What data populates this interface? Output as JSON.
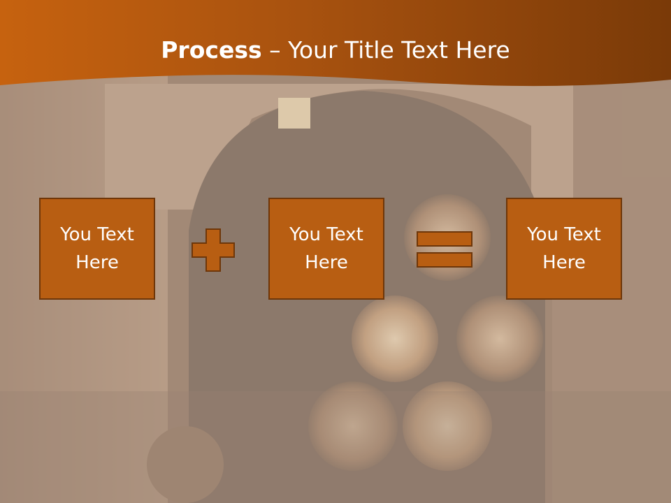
{
  "slide": {
    "title_bold": "Process",
    "title_rest": " – Your Title Text Here",
    "colors": {
      "header": "#b85e12",
      "box_fill": "#b85e12",
      "box_border": "#6e3609",
      "text": "#ffffff"
    }
  },
  "process": {
    "step1": "You Text Here",
    "operator1": "plus-icon",
    "step2": "You Text Here",
    "operator2": "equals-icon",
    "result": "You Text Here"
  }
}
